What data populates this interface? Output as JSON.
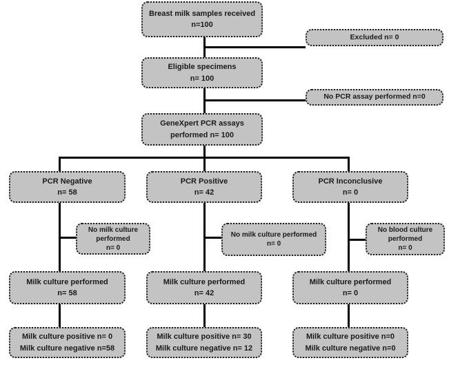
{
  "colors": {
    "box_fill": "#c3c3c3",
    "box_border": "#1c1c1c",
    "connector": "#000000",
    "background": "#ffffff",
    "text": "#1a1a1a"
  },
  "nodes": {
    "received": {
      "line1": "Breast milk samples received",
      "line2": "n=100"
    },
    "excluded": {
      "label": "Excluded n= 0"
    },
    "eligible": {
      "line1": "Eligible specimens",
      "line2": "n= 100"
    },
    "no_pcr_assay": {
      "label": "No PCR assay performed n=0"
    },
    "genexpert": {
      "line1": "GeneXpert PCR assays",
      "line2": "performed n= 100"
    },
    "pcr_negative": {
      "line1": "PCR Negative",
      "line2": "n= 58"
    },
    "pcr_positive": {
      "line1": "PCR Positive",
      "line2": "n= 42"
    },
    "pcr_inconclusive": {
      "line1": "PCR Inconclusive",
      "line2": "n= 0"
    },
    "no_milk_culture_left": {
      "line1": "No milk culture",
      "line2": "performed",
      "line3": "n= 0"
    },
    "no_milk_culture_mid": {
      "line1": "No milk culture performed",
      "line2": "n= 0"
    },
    "no_blood_culture_right": {
      "line1": "No blood culture",
      "line2": "performed",
      "line3": "n= 0"
    },
    "milk_culture_left": {
      "line1": "Milk culture performed",
      "line2": "n= 58"
    },
    "milk_culture_mid": {
      "line1": "Milk culture performed",
      "line2": "n= 42"
    },
    "milk_culture_right": {
      "line1": "Milk culture performed",
      "line2": "n= 0"
    },
    "result_left": {
      "line1": "Milk culture positive n= 0",
      "line2": "Milk culture negative n=58"
    },
    "result_mid": {
      "line1": "Milk culture positive n= 30",
      "line2": "Milk culture negative n= 12"
    },
    "result_right": {
      "line1": "Milk culture positive n=0",
      "line2": "Milk culture negative n=0"
    }
  }
}
